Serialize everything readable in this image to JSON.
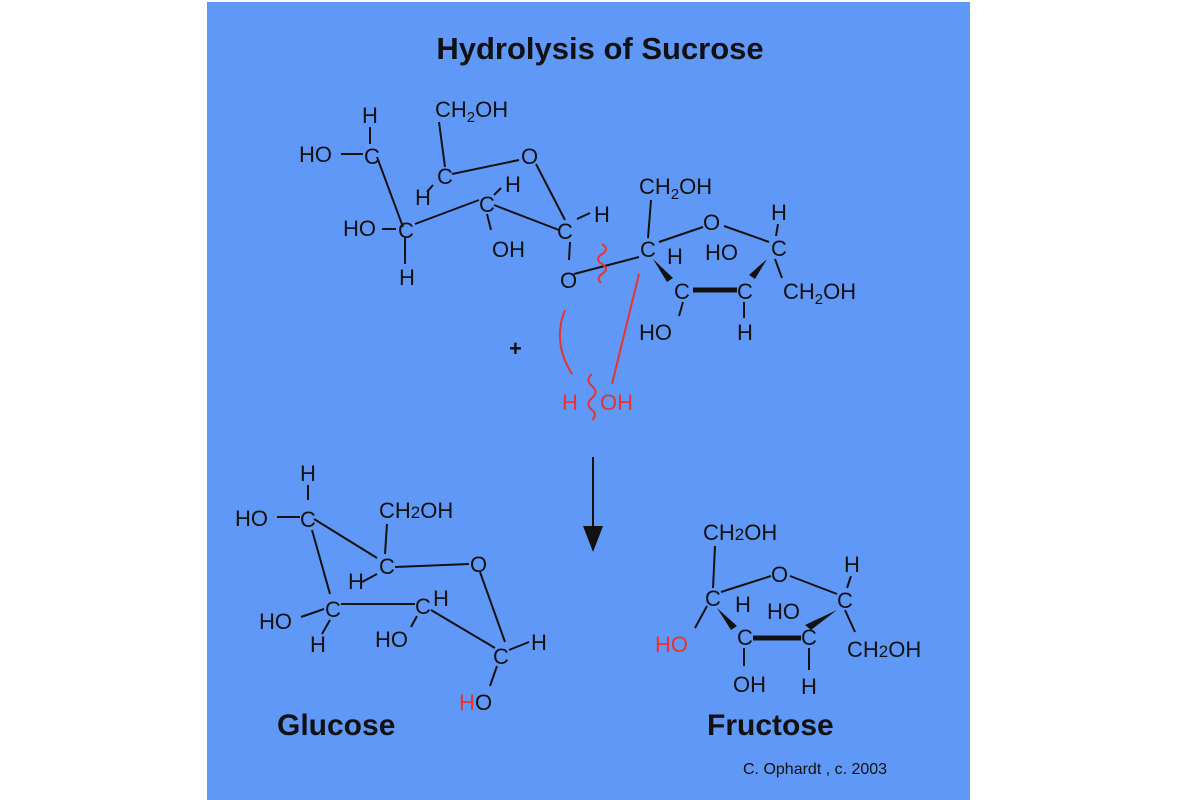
{
  "title": "Hydrolysis of Sucrose",
  "colors": {
    "background": "#6098f8",
    "ink": "#111111",
    "highlight": "#e8322f"
  },
  "labels": {
    "H": "H",
    "HO": "HO",
    "OH": "OH",
    "C": "C",
    "O": "O",
    "CH2OH": "CH2OH",
    "plus": "+"
  },
  "products": {
    "glucose": "Glucose",
    "fructose": "Fructose"
  },
  "credit": "C. Ophardt , c. 2003"
}
